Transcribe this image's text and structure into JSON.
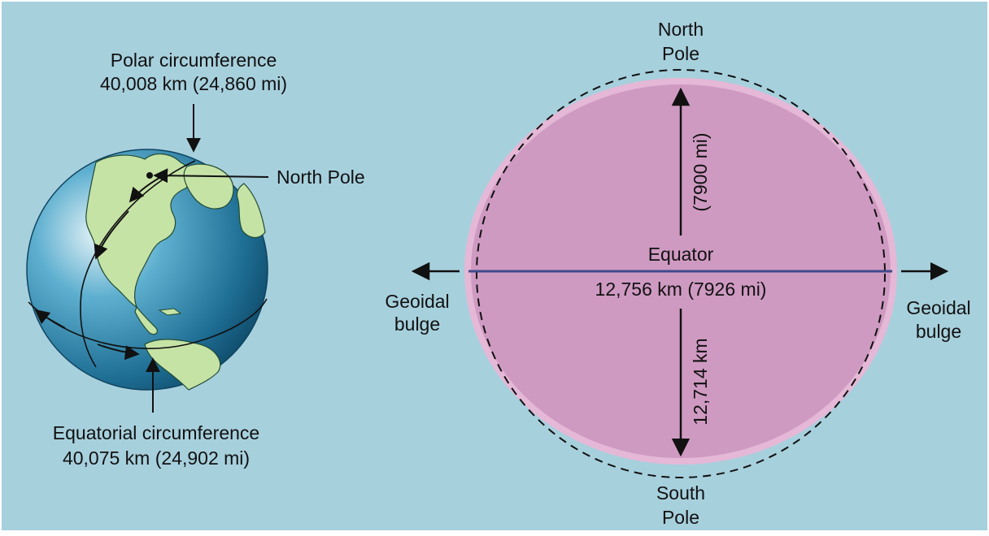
{
  "colors": {
    "background": "#a7d0dd",
    "ellipse_fill": "#cf9ac2",
    "ellipse_outline": "#e4b8d6",
    "ocean": "#3a8fb5",
    "land": "#c6e3a6",
    "line": "#111111",
    "equator_line": "#3f4a8c"
  },
  "globe": {
    "polar_label": "Polar circumference",
    "polar_value": "40,008 km (24,860 mi)",
    "north_pole_label": "North Pole",
    "equatorial_label": "Equatorial circumference",
    "equatorial_value": "40,075 km (24,902 mi)"
  },
  "cross_section": {
    "north_pole_line1": "North",
    "north_pole_line2": "Pole",
    "south_pole_line1": "South",
    "south_pole_line2": "Pole",
    "polar_miles": "(7900 mi)",
    "polar_km": "12,714 km",
    "equator_label": "Equator",
    "equator_value": "12,756 km (7926 mi)",
    "left_bulge_line1": "Geoidal",
    "left_bulge_line2": "bulge",
    "right_bulge_line1": "Geoidal",
    "right_bulge_line2": "bulge"
  }
}
